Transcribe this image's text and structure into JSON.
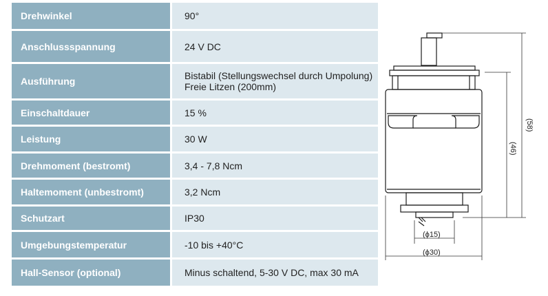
{
  "specs": [
    {
      "label": "Drehwinkel",
      "value": [
        "90°"
      ]
    },
    {
      "label": "Anschlussspannung",
      "value": [
        "24 V DC"
      ]
    },
    {
      "label": "Ausführung",
      "value": [
        "Bistabil (Stellungswechsel durch Umpolung)",
        "Freie Litzen (200mm)"
      ]
    },
    {
      "label": "Einschaltdauer",
      "value": [
        "15 %"
      ]
    },
    {
      "label": "Leistung",
      "value": [
        "30 W"
      ]
    },
    {
      "label": "Drehmoment (bestromt)",
      "value": [
        "3,4 - 7,8 Ncm"
      ]
    },
    {
      "label": "Haltemoment (unbestromt)",
      "value": [
        "3,2  Ncm"
      ]
    },
    {
      "label": "Schutzart",
      "value": [
        "IP30"
      ]
    },
    {
      "label": "Umgebungstemperatur",
      "value": [
        "-10 bis +40°C"
      ]
    },
    {
      "label": "Hall-Sensor (optional)",
      "value": [
        "Minus schaltend, 5-30 V DC, max 30 mA"
      ]
    }
  ],
  "drawing": {
    "dim_total_height": "(58)",
    "dim_body_height": "(46)",
    "dim_shaft_diameter": "(ϕ15)",
    "dim_body_diameter": "(ϕ30)"
  }
}
